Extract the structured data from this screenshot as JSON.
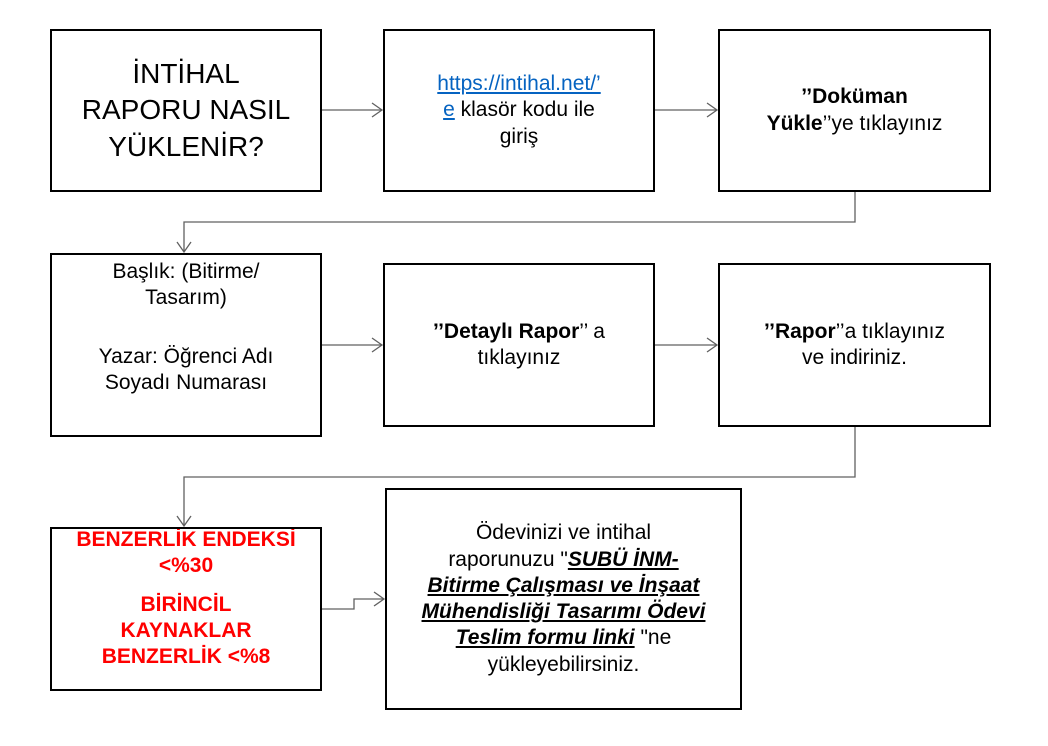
{
  "boxes": {
    "start": {
      "line1": "İNTİHAL",
      "line2": "RAPORU NASIL",
      "line3": "YÜKLENİR?"
    },
    "login": {
      "link_part1": "https://intihal.net/’",
      "link_part2": "e",
      "text": " klasör kodu  ile",
      "line3": "giriş"
    },
    "upload": {
      "quote_open": "’’",
      "bold": "Doküman",
      "bold2": "Yükle",
      "rest": "’’ye tıklayınız"
    },
    "meta": {
      "line1": "Başlık: (Bitirme/",
      "line2": "Tasarım)",
      "line3": "Yazar: Öğrenci Adı",
      "line4": "Soyadı Numarası"
    },
    "detailed": {
      "quote_open": "’’",
      "bold": "Detaylı Rapor",
      "rest": "’’ a",
      "line2": "tıklayınız"
    },
    "report": {
      "quote_open": "’’",
      "bold": "Rapor",
      "rest": "’’a tıklayınız",
      "line2": "ve indiriniz."
    },
    "similarity": {
      "line1": "BENZERLİK ENDEKSİ",
      "line2": "<%30",
      "line3": "BİRİNCİL",
      "line4": "KAYNAKLAR",
      "line5": "BENZERLİK <%8"
    },
    "submit": {
      "line1": "Ödevinizi ve intihal",
      "line2a": "raporunuzu \"",
      "line2b": "SUBÜ İNM-",
      "line3": "Bitirme Çalışması ve İnşaat",
      "line4": "Mühendisliği Tasarımı Ödevi",
      "line5a": "Teslim formu linki",
      "line5b": " \"ne",
      "line6": "yükleyebilirsiniz."
    }
  },
  "colors": {
    "stroke": "#000000",
    "connector": "#606060",
    "warning": "#ff0000",
    "link": "#0563C1"
  }
}
